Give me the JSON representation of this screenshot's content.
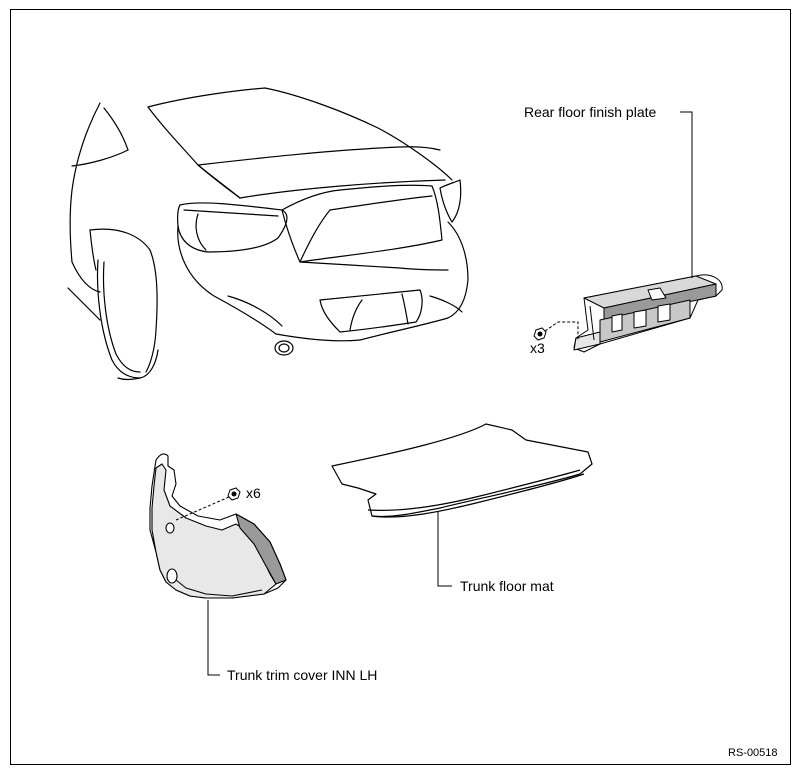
{
  "labels": {
    "rear_floor_finish_plate": "Rear floor finish plate",
    "trunk_floor_mat": "Trunk floor mat",
    "trunk_trim_cover": "Trunk trim cover INN LH"
  },
  "quantities": {
    "plate_clips": "x3",
    "trim_clips": "x6"
  },
  "figure_code": "RS-00518",
  "colors": {
    "line": "#000000",
    "fill": "#ffffff",
    "shade": "#d9d9d9",
    "shade_dark": "#9a9a9a"
  }
}
